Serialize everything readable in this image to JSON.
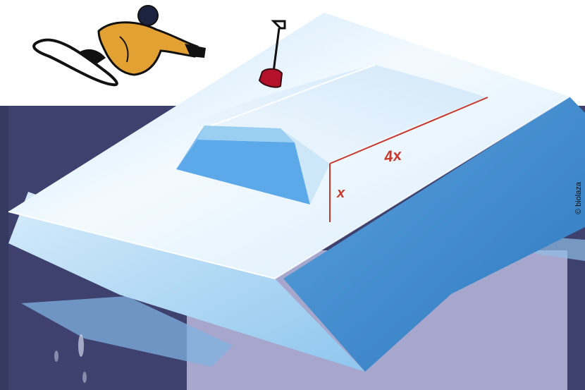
{
  "labels": {
    "height": "x",
    "length": "4x"
  },
  "credit": "© biolaza",
  "colors": {
    "night_bg": "#3d3f6b",
    "snow_top": "#dff0fb",
    "snow_front": "#a9d6f4",
    "snow_side": "#4b94d3",
    "measure_red": "#c8372b",
    "jacket": "#e2a132",
    "shovel": "#b3122a"
  },
  "icons": [
    "snowboarder-icon",
    "shovel-icon"
  ]
}
